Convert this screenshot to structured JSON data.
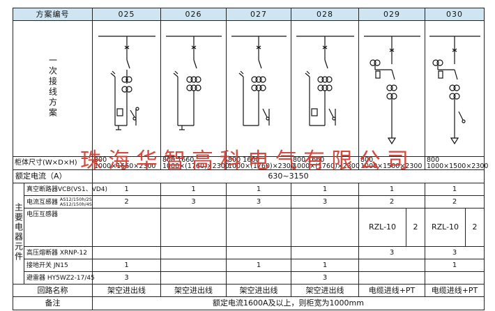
{
  "header": {
    "label": "方案编号",
    "schemes": [
      "025",
      "026",
      "027",
      "028",
      "029",
      "030"
    ]
  },
  "wiring": {
    "label": "一次接线方案"
  },
  "dimensions": {
    "label": "柜体尺寸(W×D×H)",
    "values": [
      {
        "l1": "800",
        "l2": "1000×1660×2300"
      },
      {
        "l1": "800  1660",
        "l2": "1000×(1760)×2300"
      },
      {
        "l1": "800  1660",
        "l2": "1000×(1760)×2300"
      },
      {
        "l1": "800  1660",
        "l2": "1000×(1760)×2300"
      },
      {
        "l1": "800",
        "l2": "1000×1500×2300"
      },
      {
        "l1": "800",
        "l2": "1000×1500×2300"
      }
    ]
  },
  "rated_current": {
    "label": "额定电流（A）",
    "value": "630~3150"
  },
  "components": {
    "group_label": "主要电器元件",
    "vcb": {
      "name": "真空断路器VCB(VS1、VD4)",
      "values": [
        "1",
        "1",
        "1",
        "1",
        "1",
        "1"
      ]
    },
    "ct": {
      "name": "电流互感器",
      "spec1": "AS12/150h/2S",
      "spec2": "AS12/150h/4S",
      "values": [
        "2",
        "3",
        "3",
        "3",
        "2",
        "2"
      ]
    },
    "vt": {
      "name": "电压互感器",
      "pt_model": "RZL-10",
      "pt_count": "2"
    },
    "fuse": {
      "name": "高压熔断器 XRNP-12",
      "v5": "3",
      "v6": "3"
    },
    "earth": {
      "name": "接地开关 JN15",
      "values": [
        "1",
        "",
        "1",
        "1",
        "",
        "1"
      ]
    },
    "arrester": {
      "name": "避雷器 HY5WZ2-17/45",
      "v1": "3",
      "v4": "3"
    }
  },
  "circuit": {
    "label": "回路名称",
    "values": [
      "架空进出线",
      "架空进出线",
      "架空进出线",
      "架空进出线",
      "电缆进线+PT",
      "电缆进线+PT"
    ]
  },
  "note": {
    "label": "备注",
    "value": "额定电流1600A及以上，则柜宽为1000mm"
  },
  "watermark": "珠海华智高科电气有限公司",
  "colors": {
    "header_bg": "#cfe6f2",
    "watermark": "#d23a2f"
  }
}
